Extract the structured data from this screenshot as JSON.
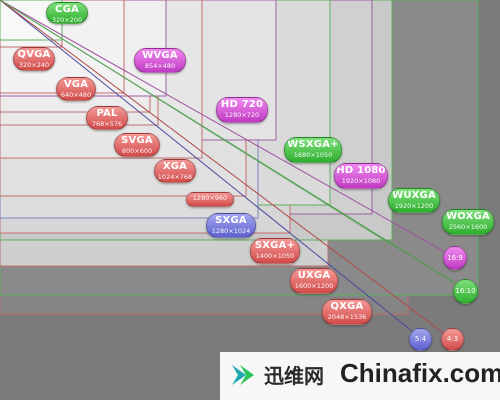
{
  "diagram": {
    "resolutions": [
      {
        "id": "cga",
        "name": "CGA",
        "res": "320×200",
        "color": "green"
      },
      {
        "id": "qvga",
        "name": "QVGA",
        "res": "320×240",
        "color": "red"
      },
      {
        "id": "vga",
        "name": "VGA",
        "res": "640×480",
        "color": "red"
      },
      {
        "id": "wvga",
        "name": "WVGA",
        "res": "854×480",
        "color": "purple"
      },
      {
        "id": "pal",
        "name": "PAL",
        "res": "768×576",
        "color": "red"
      },
      {
        "id": "svga",
        "name": "SVGA",
        "res": "800×600",
        "color": "red"
      },
      {
        "id": "hd720",
        "name": "HD 720",
        "res": "1280×720",
        "color": "purple"
      },
      {
        "id": "xga",
        "name": "XGA",
        "res": "1024×768",
        "color": "red"
      },
      {
        "id": "wsxgaplus",
        "name": "WSXGA+",
        "res": "1680×1050",
        "color": "green"
      },
      {
        "id": "r1280x960",
        "name": "",
        "res": "1280×960",
        "color": "red"
      },
      {
        "id": "hd1080",
        "name": "HD 1080",
        "res": "1920×1080",
        "color": "purple"
      },
      {
        "id": "sxga",
        "name": "SXGA",
        "res": "1280×1024",
        "color": "blue"
      },
      {
        "id": "wuxga",
        "name": "WUXGA",
        "res": "1920×1200",
        "color": "green"
      },
      {
        "id": "sxgaplus",
        "name": "SXGA+",
        "res": "1400×1050",
        "color": "red"
      },
      {
        "id": "woxga",
        "name": "WOXGA",
        "res": "2560×1600",
        "color": "green"
      },
      {
        "id": "uxga",
        "name": "UXGA",
        "res": "1600×1200",
        "color": "red"
      },
      {
        "id": "qxga",
        "name": "QXGA",
        "res": "2048×1536",
        "color": "red"
      }
    ],
    "aspect_ratios": [
      {
        "id": "r16-9",
        "label": "16:9",
        "color": "purple"
      },
      {
        "id": "r16-10",
        "label": "16:10",
        "color": "green"
      },
      {
        "id": "r5-4",
        "label": "5:4",
        "color": "blue"
      },
      {
        "id": "r4-3",
        "label": "4:3",
        "color": "red"
      }
    ],
    "colors": {
      "green": "#3cc43a",
      "red": "#e06664",
      "purple": "#d450d6",
      "blue": "#6c70d8",
      "background": "#7b7b7b"
    }
  },
  "watermark": {
    "cn": "迅维网",
    "en": "Chinafix.com"
  }
}
